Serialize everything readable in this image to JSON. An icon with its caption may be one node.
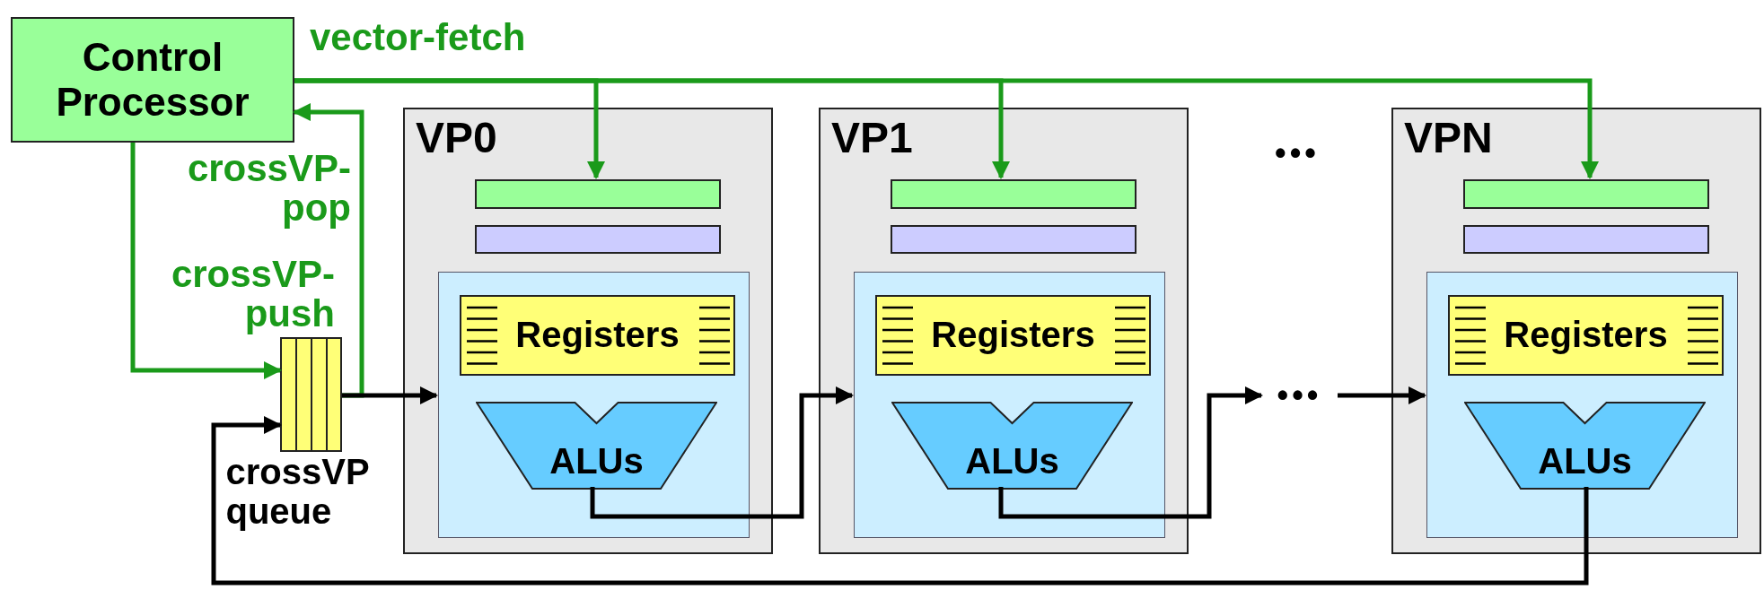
{
  "diagram": {
    "nodes": [
      {
        "text": [
          "Control Processor"
        ]
      },
      {
        "text": [
          "crossVP queue"
        ]
      },
      {
        "text": [
          "VP0"
        ]
      },
      {
        "text": [],
        "shape": "bar",
        "in": 2
      },
      {
        "text": [],
        "shape": "bar",
        "in": 2
      },
      {
        "text": [],
        "shape": "box",
        "in": 2
      },
      {
        "text": [
          "Registers"
        ],
        "in": 5
      },
      {
        "text": [
          "ALUs"
        ],
        "in": 5
      },
      {
        "text": [
          "VP1"
        ]
      },
      {
        "text": [],
        "shape": "bar",
        "in": 8
      },
      {
        "text": [],
        "shape": "bar",
        "in": 8
      },
      {
        "text": [],
        "shape": "box",
        "in": 8
      },
      {
        "text": [
          "Registers"
        ],
        "in": 11
      },
      {
        "text": [
          "ALUs"
        ],
        "in": 11
      },
      {
        "text": [
          "VPN"
        ]
      },
      {
        "text": [],
        "shape": "bar",
        "in": 14
      },
      {
        "text": [],
        "shape": "bar",
        "in": 14
      },
      {
        "text": [],
        "shape": "box",
        "in": 14
      },
      {
        "text": [
          "Registers"
        ],
        "in": 17
      },
      {
        "text": [
          "ALUs"
        ],
        "in": 17
      },
      {
        "text": [
          "•••"
        ]
      }
    ],
    "edges": [
      {
        "from": 0,
        "to": 3,
        "arrow": "to",
        "label": "vector-fetch",
        "color": "#1a9a1a"
      },
      {
        "from": 0,
        "to": 9,
        "arrow": "to",
        "color": "#1a9a1a"
      },
      {
        "from": 0,
        "to": 15,
        "arrow": "to",
        "color": "#1a9a1a"
      },
      {
        "from": 1,
        "to": 0,
        "arrow": "to",
        "label": "crossVP- pop",
        "color": "#1a9a1a"
      },
      {
        "from": 0,
        "to": 1,
        "arrow": "to",
        "label": "crossVP- push",
        "color": "#1a9a1a"
      },
      {
        "from": 1,
        "to": 5,
        "arrow": "to",
        "color": "#000000"
      },
      {
        "from": 7,
        "to": 11,
        "arrow": "to",
        "color": "#000000"
      },
      {
        "from": 13,
        "to": 20,
        "arrow": "to",
        "color": "#000000"
      },
      {
        "from": 20,
        "to": 17,
        "arrow": "to",
        "color": "#000000"
      },
      {
        "from": 19,
        "to": 1,
        "arrow": "to",
        "color": "#000000"
      }
    ],
    "labels": [
      "•••"
    ]
  }
}
